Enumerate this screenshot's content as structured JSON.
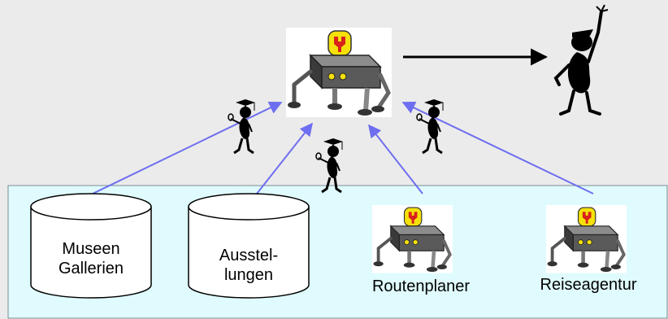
{
  "sources": {
    "museen": "Museen\nGallerien",
    "ausstellungen": "Ausstel-\nlungen",
    "routenplaner": "Routenplaner",
    "reiseagentur": "Reiseagentur"
  },
  "colors": {
    "background": "#ebebeb",
    "panel": "#e0fbfd",
    "panel_border": "#7a8c94",
    "arrow_blue": "#6e6ef0",
    "arrow_black": "#000000",
    "robot_body": "#5a5a5a",
    "robot_badge": "#f5e10a",
    "robot_badge_symbol": "#d8221b"
  },
  "icons": {
    "agent": "robot-icon",
    "wrapper": "scholar-figure-icon",
    "user": "waving-user-icon",
    "source": "database-cylinder-icon"
  }
}
